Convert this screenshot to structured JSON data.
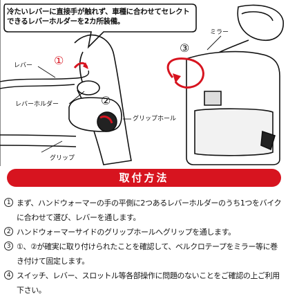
{
  "callout": "冷たいレバーに直接手が触れず、車種に合わせてセレクトできるレバーホルダーを2カ所装備。",
  "labels": {
    "lever": "レバー",
    "lever_holder": "レバーホルダー",
    "grip_hole": "グリップホール",
    "grip": "グリップ",
    "mirror": "ミラー"
  },
  "markers": [
    "①",
    "②",
    "③"
  ],
  "section_title": "取付方法",
  "steps": [
    {
      "num": "1",
      "text": "まず、ハンドウォーマーの手の平側に2つあるレバーホルダーのうち1つをバイクに合わせて選び、レバーを通します。"
    },
    {
      "num": "2",
      "text": "ハンドウォーマーサイドのグリップホールへグリップを通します。"
    },
    {
      "num": "3",
      "text": "①、②が確実に取り付けられたことを確認して、ベルクロテープをミラー等に巻き付けて固定します。"
    },
    {
      "num": "4",
      "text": "スイッチ、レバー、スロットル等各部操作に問題のないことをご確認の上ご利用下さい。"
    }
  ],
  "colors": {
    "accent": "#d7141f"
  }
}
